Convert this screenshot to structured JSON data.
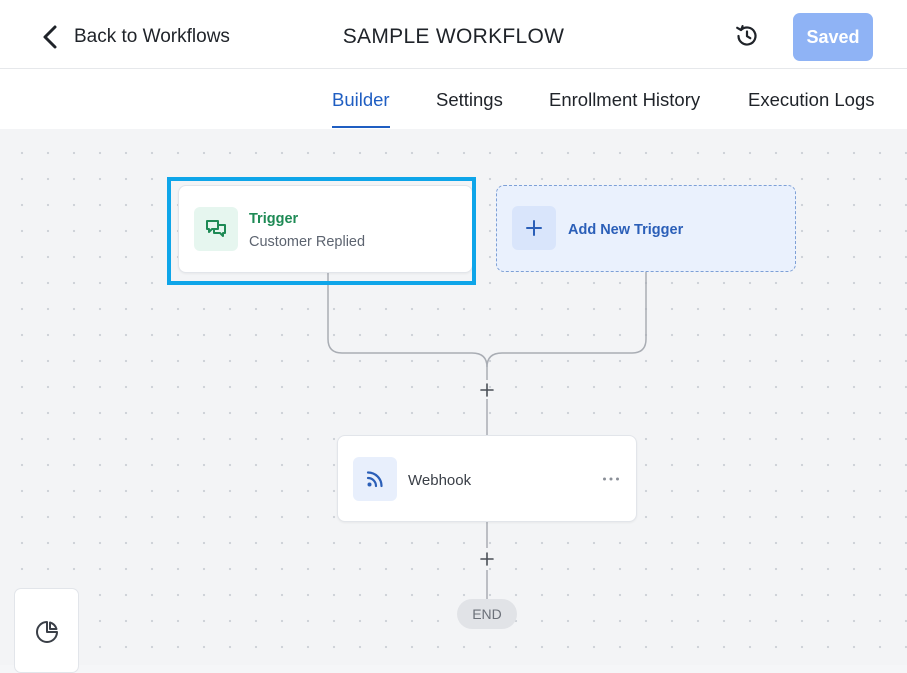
{
  "header": {
    "back_label": "Back to Workflows",
    "title": "SAMPLE WORKFLOW",
    "saved_label": "Saved",
    "history_icon": "history-icon"
  },
  "tabs": [
    {
      "label": "Builder",
      "active": true
    },
    {
      "label": "Settings",
      "active": false
    },
    {
      "label": "Enrollment History",
      "active": false
    },
    {
      "label": "Execution Logs",
      "active": false
    }
  ],
  "workflow": {
    "trigger": {
      "label": "Trigger",
      "subtitle": "Customer Replied",
      "icon": "chat-icon"
    },
    "add_trigger": {
      "label": "Add New Trigger",
      "icon": "plus-icon"
    },
    "action": {
      "label": "Webhook",
      "icon": "rss-icon"
    },
    "end_label": "END"
  },
  "colors": {
    "accent": "#1f5ec2",
    "saved_button": "#8fb3f5",
    "trigger_green": "#1e8a55",
    "highlight": "#0ea5e9"
  }
}
